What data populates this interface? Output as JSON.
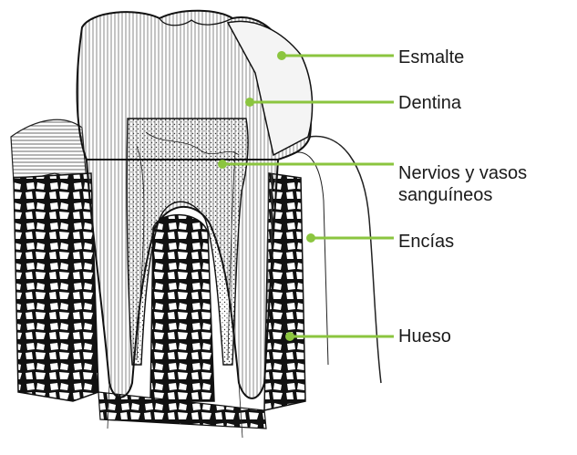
{
  "accent_color": "#8bc53f",
  "labels": [
    {
      "id": "esmalte",
      "lines": [
        "Esmalte"
      ]
    },
    {
      "id": "dentina",
      "lines": [
        "Dentina"
      ]
    },
    {
      "id": "nervios",
      "lines": [
        "Nervios y vasos",
        "sanguíneos"
      ]
    },
    {
      "id": "encias",
      "lines": [
        "Encías"
      ]
    },
    {
      "id": "hueso",
      "lines": [
        "Hueso"
      ]
    }
  ]
}
